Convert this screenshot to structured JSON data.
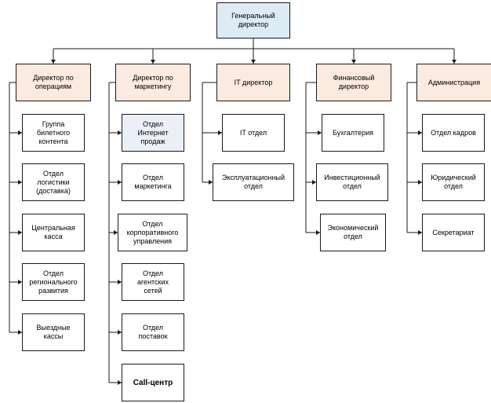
{
  "top": {
    "label": "Генеральный\nдиректор"
  },
  "columns": [
    {
      "head": "Директор по\nоперациям",
      "units": [
        "Группа\nбилетного\nконтента",
        "Отдел\nлогистики\n(доставка)",
        "Центральная\nкасса",
        "Отдел\nрегионального\nразвития",
        "Выездные\nкассы"
      ]
    },
    {
      "head": "Директор по\nмаркетингу",
      "units": [
        "Отдел\nИнтернет\nпродаж",
        "Отдел\nмаркетинга",
        "Отдел\nкорпоративного\nуправления",
        "Отдел\nагентских\nсетей",
        "Отдел\nпоставок",
        "Call-центр"
      ]
    },
    {
      "head": "IT директор",
      "units": [
        "IT отдел",
        "Эксплуатационный\nотдел"
      ]
    },
    {
      "head": "Финансовый\nдиректор",
      "units": [
        "Бухгалтерия",
        "Инвестиционный\nотдел",
        "Экономический\nотдел"
      ]
    },
    {
      "head": "Администрация",
      "units": [
        "Отдел кадров",
        "Юридический\nотдел",
        "Секретариат"
      ]
    }
  ],
  "colors": {
    "top_fill": "#dcebf4",
    "head_fill": "#fbeadf",
    "highlight_fill": "#ebeff6",
    "line": "#1a1a1a"
  }
}
